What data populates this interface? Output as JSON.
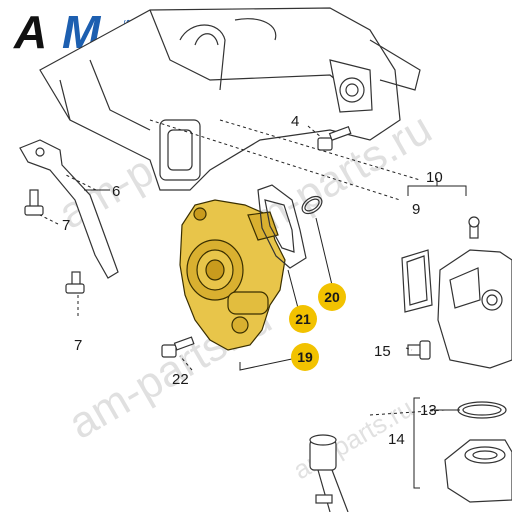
{
  "logo": {
    "a": "A",
    "m": "M",
    "suffix": "parts"
  },
  "watermarks": [
    "am-parts.ru",
    "am-parts.ru",
    "am-parts.ru",
    "am-parts.ru"
  ],
  "callouts": [
    {
      "id": "c4",
      "text": "4"
    },
    {
      "id": "c6",
      "text": "6"
    },
    {
      "id": "c7a",
      "text": "7"
    },
    {
      "id": "c7b",
      "text": "7"
    },
    {
      "id": "c9",
      "text": "9"
    },
    {
      "id": "c10",
      "text": "10"
    },
    {
      "id": "c13",
      "text": "13"
    },
    {
      "id": "c14",
      "text": "14"
    },
    {
      "id": "c15",
      "text": "15"
    },
    {
      "id": "c22",
      "text": "22"
    }
  ],
  "highlighted": [
    {
      "id": "h19",
      "text": "19"
    },
    {
      "id": "h20",
      "text": "20"
    },
    {
      "id": "h21",
      "text": "21"
    }
  ],
  "colors": {
    "highlight": "#f2c200",
    "part_fill": "#e8c54a",
    "line": "#222222",
    "logo_blue": "#1d5fb0"
  }
}
